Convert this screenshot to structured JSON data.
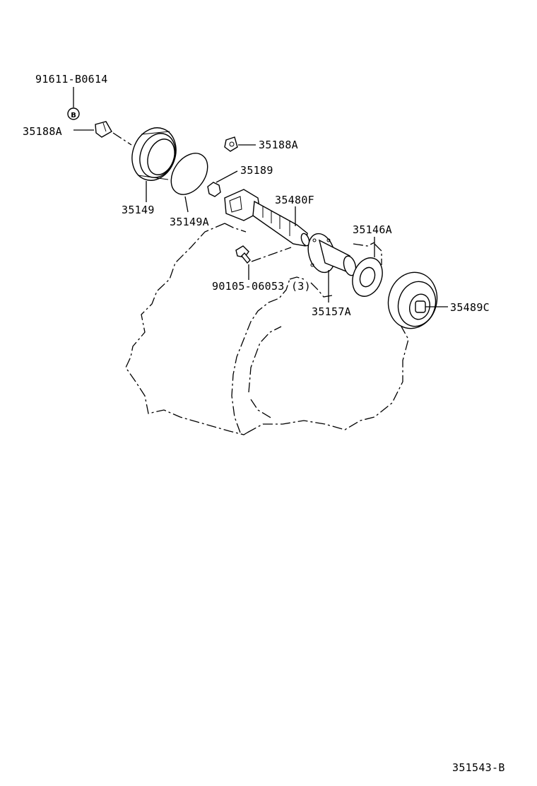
{
  "labels": {
    "clip_bolt_top": "91611-B0614",
    "clip_left": "35188A",
    "clip_right": "35188A",
    "bolt_35189": "35189",
    "housing": "35149",
    "oring": "35149A",
    "sensor": "35480F",
    "gasket": "35146A",
    "bolt_bottom": "90105-06053 (3)",
    "shaft": "35157A",
    "bearing_c": "35489C",
    "figure_no": "351543-B"
  },
  "badge_letter": "B"
}
